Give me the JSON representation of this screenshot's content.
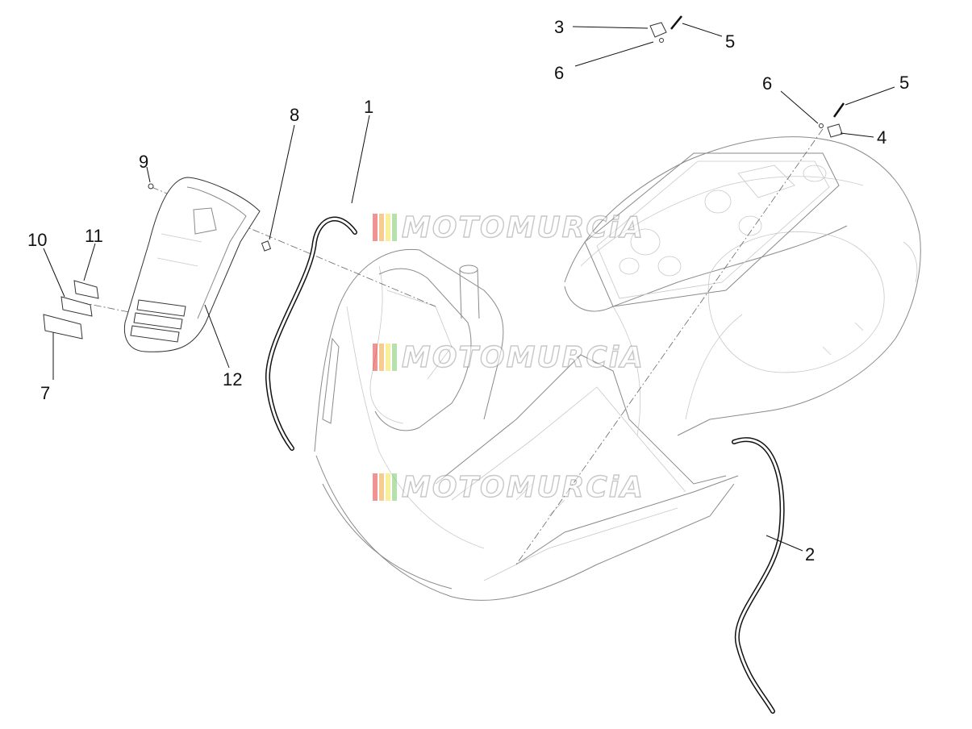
{
  "watermark": {
    "text": "MOTOMURCiA",
    "flag_colors": [
      "#e23b3b",
      "#f2a33a",
      "#f4e24a",
      "#7cc96b",
      "#5aa2e0"
    ]
  },
  "callouts": [
    {
      "id": "label-1",
      "text": "1"
    },
    {
      "id": "label-2",
      "text": "2"
    },
    {
      "id": "label-3",
      "text": "3"
    },
    {
      "id": "label-4",
      "text": "4"
    },
    {
      "id": "label-5a",
      "text": "5"
    },
    {
      "id": "label-5b",
      "text": "5"
    },
    {
      "id": "label-6a",
      "text": "6"
    },
    {
      "id": "label-6b",
      "text": "6"
    },
    {
      "id": "label-7",
      "text": "7"
    },
    {
      "id": "label-8",
      "text": "8"
    },
    {
      "id": "label-9",
      "text": "9"
    },
    {
      "id": "label-10",
      "text": "10"
    },
    {
      "id": "label-11",
      "text": "11"
    },
    {
      "id": "label-12",
      "text": "12"
    }
  ]
}
